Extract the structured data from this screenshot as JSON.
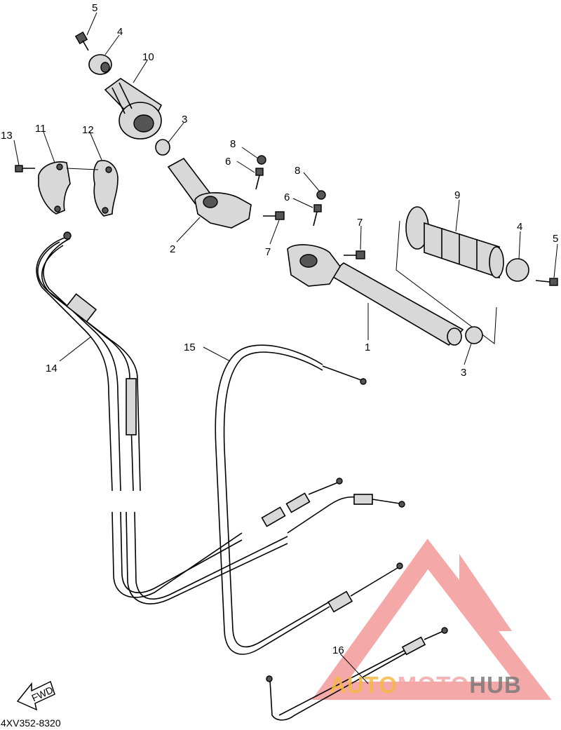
{
  "diagram": {
    "code": "4XV352-8320",
    "fwd_label": "FWD",
    "watermark": {
      "text_auto": "AUTO",
      "text_moto": "MOTO",
      "text_hub": "HUB",
      "color_auto": "#f5b942",
      "color_moto": "#f4a7a7",
      "color_hub": "#7a7a7a",
      "logo_color": "#f28b8b"
    },
    "callouts": [
      "5",
      "4",
      "10",
      "3",
      "13",
      "11",
      "12",
      "8",
      "6",
      "8",
      "6",
      "2",
      "7",
      "7",
      "9",
      "4",
      "5",
      "1",
      "3",
      "14",
      "15",
      "16"
    ]
  }
}
